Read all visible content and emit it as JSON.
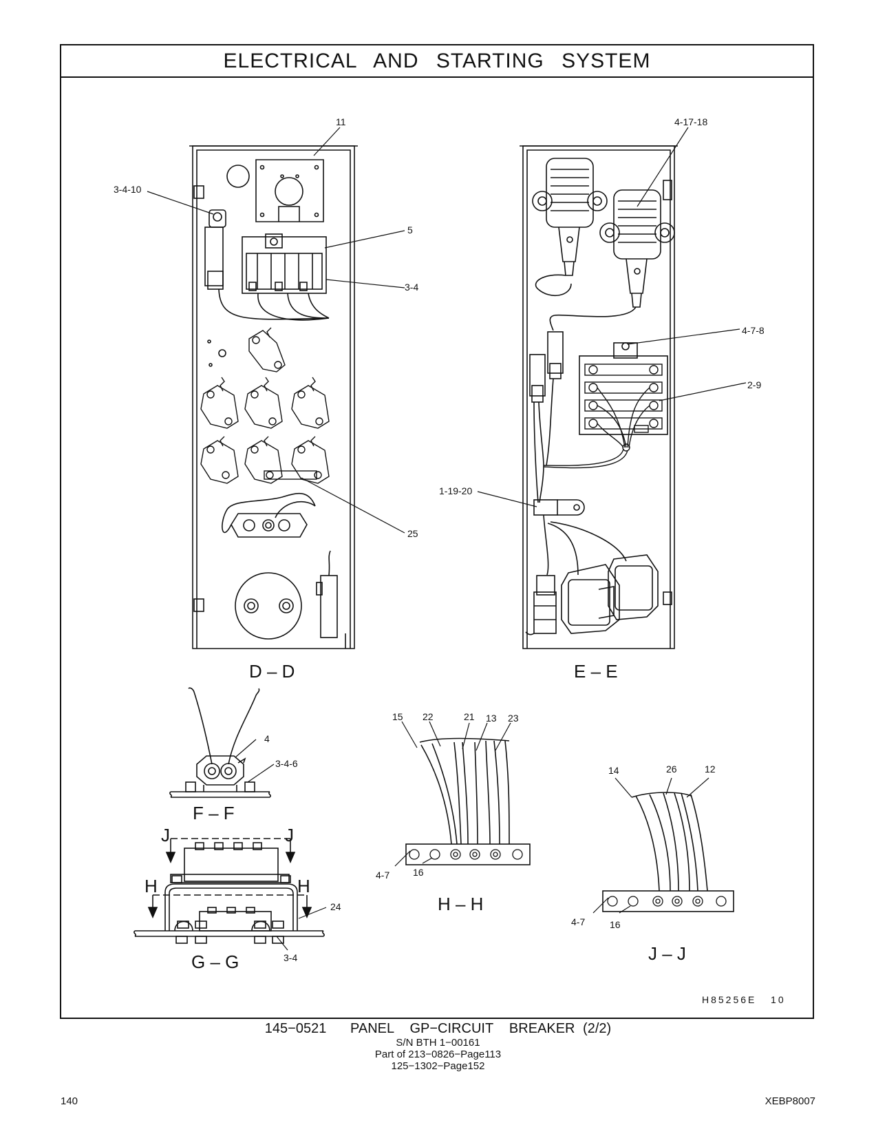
{
  "header": {
    "title": "ELECTRICAL   AND   STARTING   SYSTEM"
  },
  "views": {
    "dd": "D – D",
    "ee": "E – E",
    "ff": "F – F",
    "gg": "G – G",
    "hh": "H – H",
    "jj": "J – J"
  },
  "section_markers": {
    "j": "J",
    "h": "H"
  },
  "callouts": {
    "dd": [
      "11",
      "3-4-10",
      "5",
      "3-4",
      "25"
    ],
    "ee": [
      "4-17-18",
      "4-7-8",
      "2-9",
      "1-19-20"
    ],
    "ff": [
      "4",
      "3-4-6"
    ],
    "gg": [
      "24",
      "3-4"
    ],
    "hh": [
      "15",
      "22",
      "21",
      "13",
      "23",
      "4-7",
      "16"
    ],
    "jj": [
      "14",
      "26",
      "12",
      "4-7",
      "16"
    ]
  },
  "drawing_id": "H85256E   10",
  "caption": {
    "line1": "145−0521   PANEL  GP−CIRCUIT  BREAKER (2/2)",
    "line2": "S/N BTH 1−00161",
    "line3": "Part of 213−0826−Page113",
    "line4": "125−1302−Page152"
  },
  "footer": {
    "page": "140",
    "doc": "XEBP8007"
  }
}
